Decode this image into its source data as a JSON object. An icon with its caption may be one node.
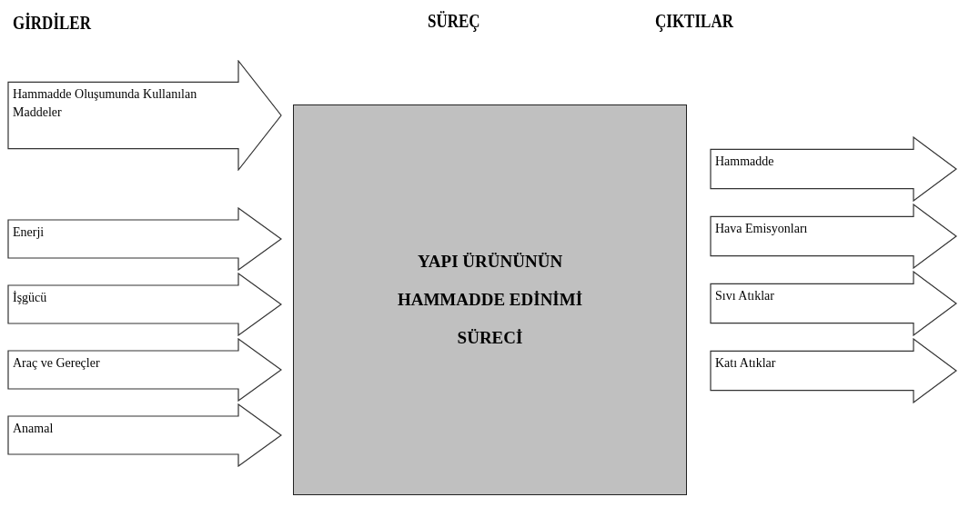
{
  "diagram": {
    "nodes": [
      {
        "text": [
          "Hammadde Oluşumunda Kullanılan Maddeler"
        ]
      },
      {
        "text": [
          "Enerji"
        ]
      },
      {
        "text": [
          "İşgücü"
        ]
      },
      {
        "text": [
          "Araç ve Gereçler"
        ]
      },
      {
        "text": [
          "Anamal"
        ]
      },
      {
        "text": [
          "YAPI ÜRÜNÜNÜN HAMMADDE EDİNİMİ SÜRECİ"
        ]
      },
      {
        "text": [
          "Hammadde"
        ]
      },
      {
        "text": [
          "Hava Emisyonları"
        ]
      },
      {
        "text": [
          "Sıvı Atıklar"
        ]
      },
      {
        "text": [
          "Katı Atıklar"
        ]
      }
    ],
    "edges": [],
    "labels": [
      "GİRDİLER",
      "SÜREÇ",
      "ÇIKTILAR"
    ]
  }
}
